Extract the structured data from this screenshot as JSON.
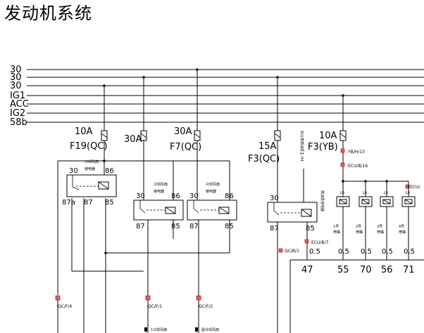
{
  "title": "发动机系统",
  "bus_labels": [
    "30",
    "30",
    "30",
    "IG1",
    "ACC",
    "IG2",
    "58b"
  ],
  "fuses": [
    {
      "amp": "10A",
      "id": "F19(QC)"
    },
    {
      "amp": "30A",
      "id": ""
    },
    {
      "amp": "30A",
      "id": "F7(QC)"
    },
    {
      "amp": "15A",
      "id": "F3(QC)"
    },
    {
      "amp": "10A",
      "id": "F3(YB)"
    }
  ],
  "relays": [
    {
      "name": "冷却风扇\n继电器",
      "pins": [
        "30",
        "86",
        "87a",
        "87",
        "85"
      ]
    },
    {
      "name": "冷却风扇\n继电器",
      "pins": [
        "30",
        "86",
        "87",
        "85"
      ]
    },
    {
      "name": "冷却风扇\n继电器",
      "pins": [
        "30",
        "86",
        "87",
        "85"
      ]
    },
    {
      "name": "燃油泵继电器",
      "pins": [
        "30",
        "87",
        "85"
      ]
    }
  ],
  "labels": {
    "fuel_pump_vertical": "到仪表燃油泵主 H4",
    "main_relay_vertical": "燃油泵继电器"
  },
  "connectors": {
    "yb_h_13": "YB/H/13",
    "ecu_b_16": "ECU/B/16",
    "ecu_b_7": "ECU/B/7",
    "qc_b_1": "QC/B/1",
    "qc_f_4": "QC/F/4",
    "qc_f_1": "QC/F/1",
    "qc_f_2": "QC/F/2",
    "ecu_slash": "ECU/"
  },
  "injectors": [
    {
      "label": "1号\n喷嘴",
      "pin_top": "L0",
      "gauge": "0.5",
      "terminal": "55"
    },
    {
      "label": "2号\n喷嘴",
      "pin_top": "L0",
      "gauge": "0.5",
      "terminal": "70"
    },
    {
      "label": "3号\n喷嘴",
      "pin_top": "L0",
      "gauge": "0.5",
      "terminal": "56"
    },
    {
      "label": "4号\n喷嘴",
      "pin_top": "L0",
      "gauge": "0.5",
      "terminal": "71"
    }
  ],
  "ecu_terminal_47": "47",
  "gauge_05": "0.5",
  "bottom_labels": [
    "1冷却风扇",
    "副冷却风扇"
  ]
}
